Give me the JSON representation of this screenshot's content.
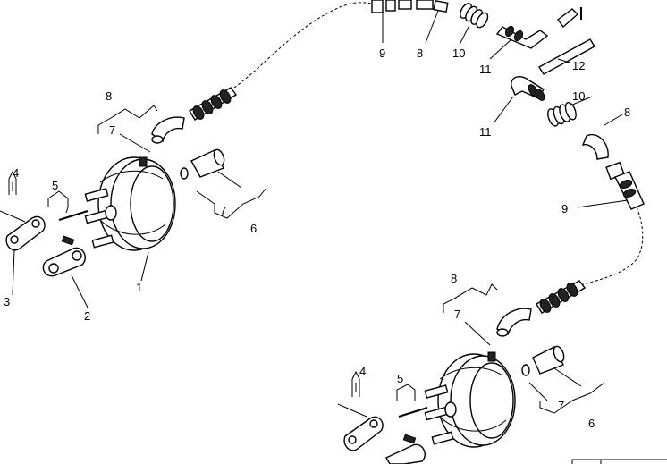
{
  "callouts": {
    "c1": "1",
    "c2": "2",
    "c3": "3",
    "c4a": "4",
    "c4b": "4",
    "c5a": "5",
    "c5b": "5",
    "c6a": "6",
    "c6b": "6",
    "c7a": "7",
    "c7b": "7",
    "c7c": "7",
    "c7d": "7",
    "c8a": "8",
    "c8b": "8",
    "c8c": "8",
    "c8d": "8",
    "c9a": "9",
    "c9b": "9",
    "c10a": "10",
    "c10b": "10",
    "c11a": "11",
    "c11b": "11",
    "c12": "12"
  }
}
